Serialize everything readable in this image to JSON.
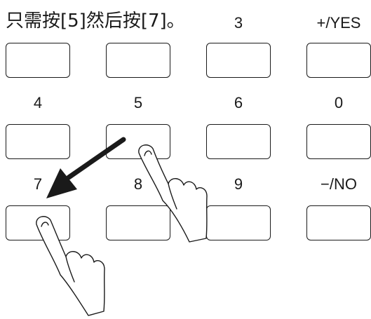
{
  "instruction": "只需按[5]然后按[7]。",
  "keypad": {
    "keys": [
      {
        "label": "",
        "name": "key-1"
      },
      {
        "label": "",
        "name": "key-2"
      },
      {
        "label": "3",
        "name": "key-3"
      },
      {
        "label": "+/YES",
        "name": "key-yes"
      },
      {
        "label": "4",
        "name": "key-4"
      },
      {
        "label": "5",
        "name": "key-5"
      },
      {
        "label": "6",
        "name": "key-6"
      },
      {
        "label": "0",
        "name": "key-0"
      },
      {
        "label": "7",
        "name": "key-7"
      },
      {
        "label": "8",
        "name": "key-8"
      },
      {
        "label": "9",
        "name": "key-9"
      },
      {
        "label": "−/NO",
        "name": "key-no"
      }
    ]
  },
  "annotations": {
    "arrow": "arrow-icon",
    "hands": [
      "hand-pointer-icon",
      "hand-pointer-icon"
    ]
  }
}
